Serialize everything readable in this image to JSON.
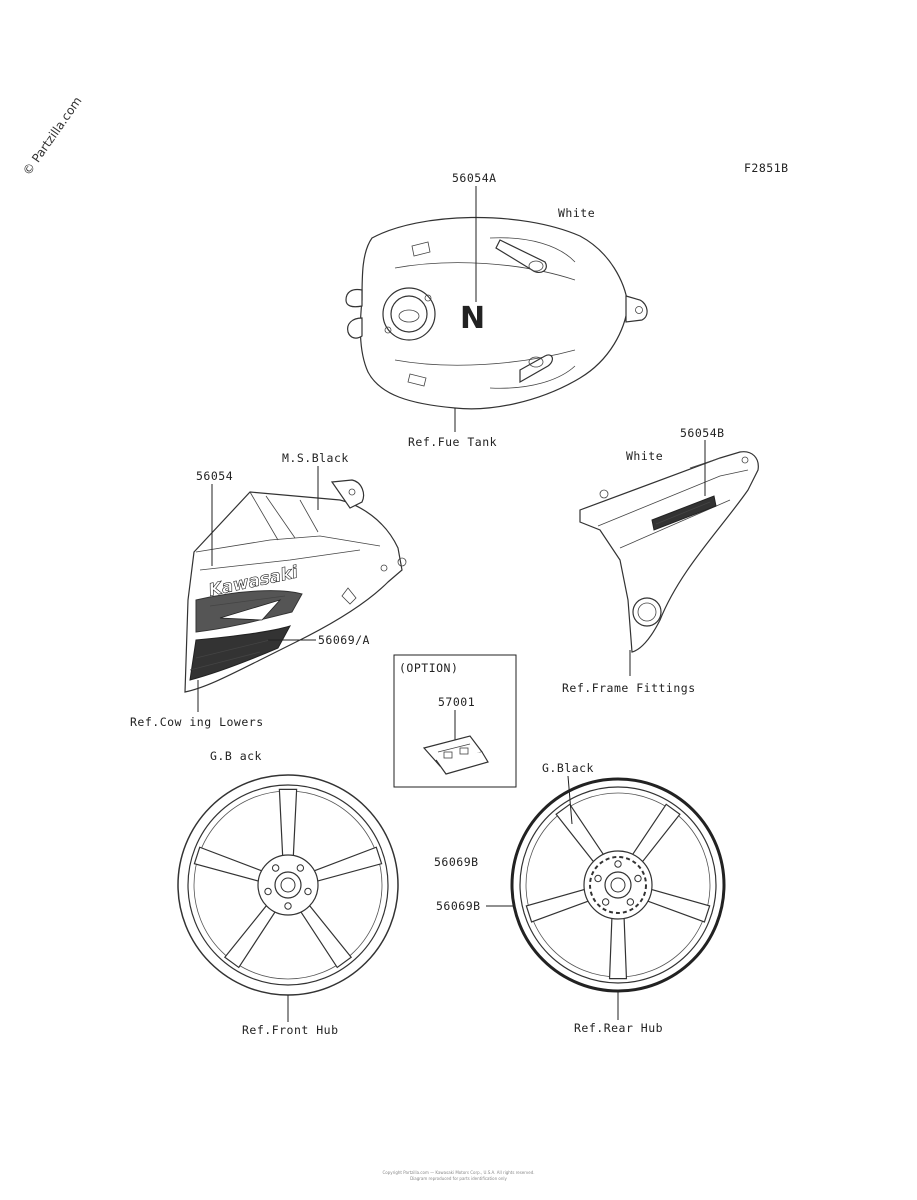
{
  "watermark": "© Partzilla.com",
  "figure_code": "F2851B",
  "labels": {
    "tank_part": "56054A",
    "tank_color": "White",
    "tank_ref": "Ref.Fue  Tank",
    "cowl_part": "56054",
    "cowl_color": "M.S.Black",
    "cowl_part2": "56069/A",
    "cowl_ref": "Ref.Cow ing Lowers",
    "cowl_brand": "Kawasaki",
    "frame_part": "56054B",
    "frame_color": "White",
    "frame_ref": "Ref.Frame Fittings",
    "option_title": "(OPTION)",
    "option_part": "57001",
    "front_color": "G.B ack",
    "front_part": "56069B",
    "front_ref": "Ref.Front Hub",
    "rear_color": "G.Black",
    "rear_part": "56069B",
    "rear_ref": "Ref.Rear Hub",
    "tank_letter": "N"
  },
  "footer": {
    "line1": "Copyright Partzilla.com — Kawasaki Motors Corp., U.S.A. All rights reserved.",
    "line2": "Diagram reproduced for parts identification only"
  }
}
